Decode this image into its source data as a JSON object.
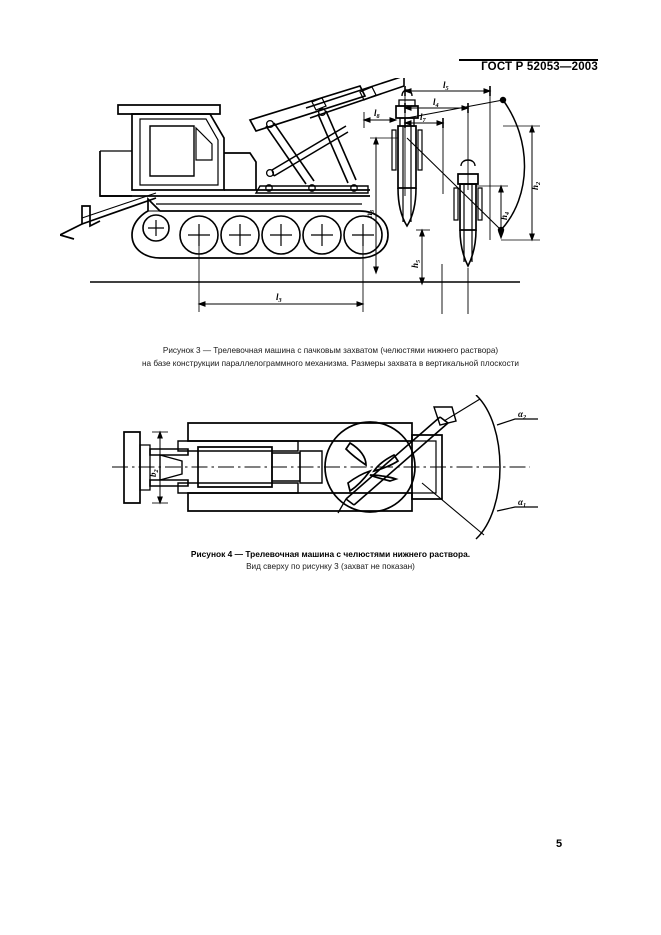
{
  "document": {
    "standard_number": "ГОСТ Р 52053—2003",
    "page_number": "5"
  },
  "figures": [
    {
      "id": "figure-3",
      "caption_line1": "Рисунок 3 — Трелевочная машина с пачковым захватом (челюстями нижнего раствора)",
      "caption_line2": "на базе конструкции параллелограммного механизма. Размеры захвата в вертикальной плоскости",
      "dimension_labels": {
        "l5": "l",
        "l5_sub": "5",
        "l4": "l",
        "l4_sub": "4",
        "l7": "l",
        "l7_sub": "7",
        "l8": "l",
        "l8_sub": "8",
        "l3": "l",
        "l3_sub": "3",
        "h2": "h",
        "h2_sub": "2",
        "h3": "h",
        "h3_sub": "3",
        "h4": "h",
        "h4_sub": "4",
        "h5": "h",
        "h5_sub": "5"
      }
    },
    {
      "id": "figure-4",
      "caption_line1": "Рисунок 4 — Трелевочная машина с челюстями нижнего раствора.",
      "caption_line2": "Вид сверху по рисунку 3 (захват не показан)",
      "dimension_labels": {
        "b2": "b",
        "b2_sub": "2",
        "alpha1": "α",
        "alpha1_sub": "1",
        "alpha2": "α",
        "alpha2_sub": "2"
      }
    }
  ]
}
